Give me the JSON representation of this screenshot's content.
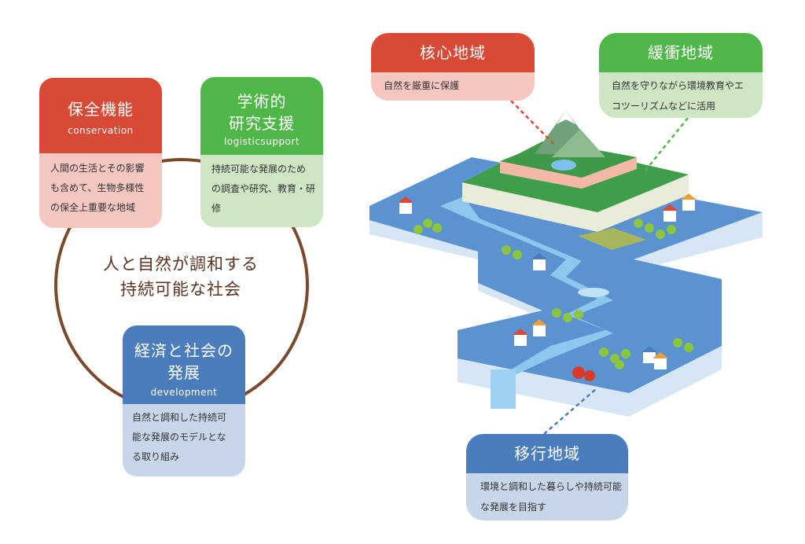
{
  "center": {
    "line1": "人と自然が調和する",
    "line2": "持続可能な社会"
  },
  "functions": {
    "conservation": {
      "title": "保全機能",
      "subtitle": "conservation",
      "desc": [
        "人間の生活とその影響",
        "も含めて、生物多様性",
        "の保全上重要な地域"
      ]
    },
    "logistic": {
      "title_line1": "学術的",
      "title_line2": "研究支援",
      "subtitle": "logisticsupport",
      "desc": [
        "持続可能な発展のため",
        "の調査や研究、教育・研",
        "修"
      ]
    },
    "development": {
      "title_line1": "経済と社会の",
      "title_line2": "発展",
      "subtitle": "development",
      "desc": [
        "自然と調和した持続可",
        "能な発展のモデルとな",
        "る取り組み"
      ]
    }
  },
  "zones": {
    "core": {
      "title": "核心地域",
      "desc": [
        "自然を厳重に保護"
      ]
    },
    "buffer": {
      "title": "緩衝地域",
      "desc": [
        "自然を守りながら環境教育やエ",
        "コツーリズムなどに活用"
      ]
    },
    "transition": {
      "title": "移行地域",
      "desc": [
        "環境と調和した暮らしや持続可能",
        "な発展を目指す"
      ]
    }
  },
  "colors": {
    "red": "#d84a36",
    "green": "#4fb748",
    "blue": "#4b7dbc",
    "circle": "#7a4a2a"
  }
}
